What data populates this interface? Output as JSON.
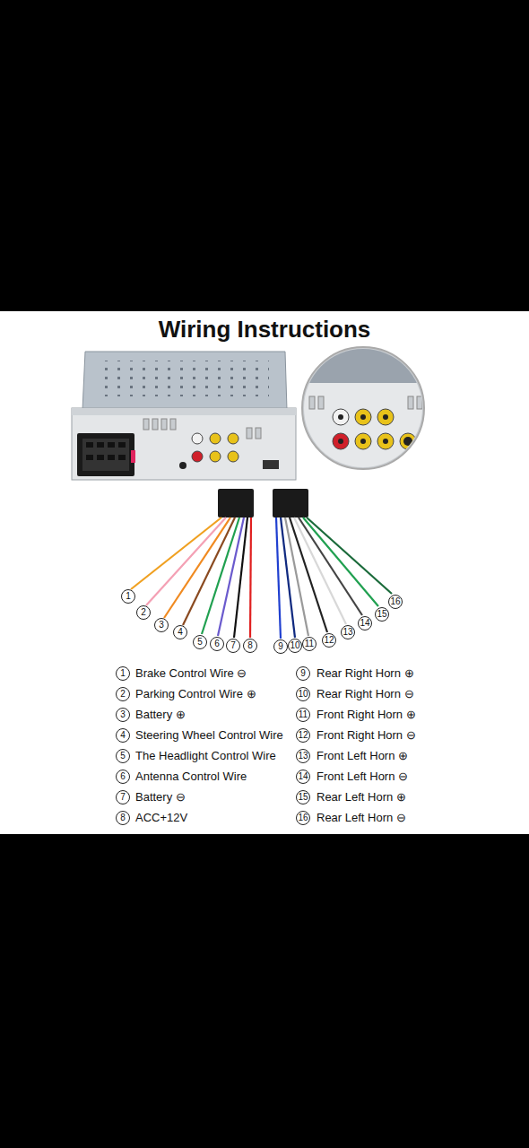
{
  "diagram": {
    "title": "Wiring Instructions",
    "labels": [
      "1",
      "2",
      "3",
      "4",
      "5",
      "6",
      "7",
      "8",
      "9",
      "10",
      "11",
      "12",
      "13",
      "14",
      "15",
      "16",
      "1",
      "Brake Control Wire ⊖",
      "2",
      "Parking Control Wire ⊕",
      "3",
      "Battery ⊕",
      "4",
      "Steering Wheel Control Wire",
      "5",
      "The Headlight Control Wire",
      "6",
      "Antenna Control Wire",
      "7",
      "Battery ⊖",
      "8",
      "ACC+12V",
      "9",
      "Rear Right Horn ⊕",
      "10",
      "Rear Right Horn ⊖",
      "11",
      "Front Right Horn ⊕",
      "12",
      "Front Right Horn ⊖",
      "13",
      "Front Left Horn ⊕",
      "14",
      "Front Left Horn ⊖",
      "15",
      "Rear Left Horn ⊕",
      "16",
      "Rear Left Horn ⊖"
    ]
  }
}
